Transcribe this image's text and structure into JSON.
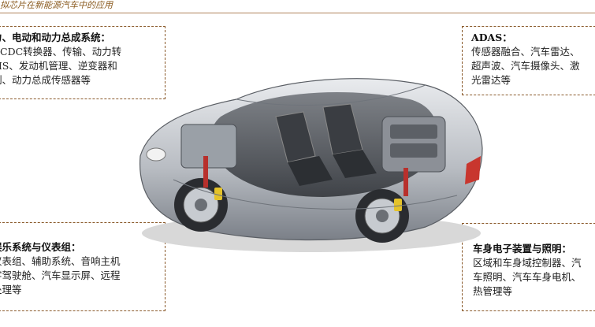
{
  "caption": "拟芯片在新能源汽车中的应用",
  "panels": {
    "top_left": {
      "title": "力、电动和动力总成系统：",
      "lines": [
        "DCDC转换器、传输、动力转",
        "MS、发动机管理、逆变器和",
        "制、动力总成传感器等"
      ]
    },
    "bottom_left": {
      "title": "娱乐系统与仪表组：",
      "lines": [
        "仪表组、辅助系统、音响主机",
        "字驾驶舱、汽车显示屏、远程",
        "处理等"
      ]
    },
    "top_right": {
      "title": "ADAS：",
      "lines": [
        "传感器融合、汽车雷达、",
        "超声波、汽车摄像头、激",
        "光雷达等"
      ]
    },
    "bottom_right": {
      "title": "车身电子装置与照明：",
      "lines": [
        "区域和车身域控制器、汽",
        "车照明、汽车车身电机、",
        "热管理等"
      ]
    }
  },
  "image": {
    "icon": "car-cutaway-illustration"
  },
  "colors": {
    "caption": "#8a5a1e",
    "border": "#8a5a2b",
    "rule": "#b0825a"
  }
}
